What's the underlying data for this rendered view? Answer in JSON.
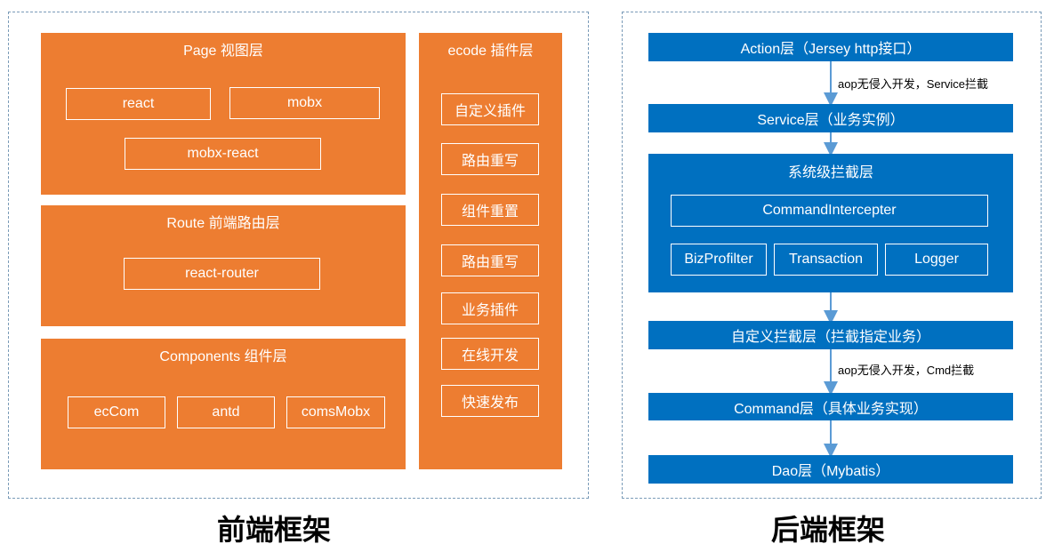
{
  "frontend": {
    "caption": "前端框架",
    "page_layer": {
      "title": "Page 视图层",
      "items": [
        "react",
        "mobx",
        "mobx-react"
      ]
    },
    "route_layer": {
      "title": "Route 前端路由层",
      "items": [
        "react-router"
      ]
    },
    "components_layer": {
      "title": "Components 组件层",
      "items": [
        "ecCom",
        "antd",
        "comsMobx"
      ]
    },
    "ecode_layer": {
      "title": "ecode 插件层",
      "items": [
        "自定义插件",
        "路由重写",
        "组件重置",
        "路由重写",
        "业务插件",
        "在线开发",
        "快速发布"
      ]
    }
  },
  "backend": {
    "caption": "后端框架",
    "action": "Action层（Jersey http接口）",
    "note1": "aop无侵入开发，Service拦截",
    "service": "Service层（业务实例）",
    "interceptor": {
      "title": "系统级拦截层",
      "main": "CommandIntercepter",
      "items": [
        "BizProfilter",
        "Transaction",
        "Logger"
      ]
    },
    "custom": "自定义拦截层（拦截指定业务）",
    "note2": "aop无侵入开发，Cmd拦截",
    "command": "Command层（具体业务实现）",
    "dao": "Dao层（Mybatis）"
  },
  "colors": {
    "frontend": "#ed7d31",
    "backend": "#0070c0",
    "arrow": "#5b9bd5",
    "frame": "#7a9bb8"
  }
}
